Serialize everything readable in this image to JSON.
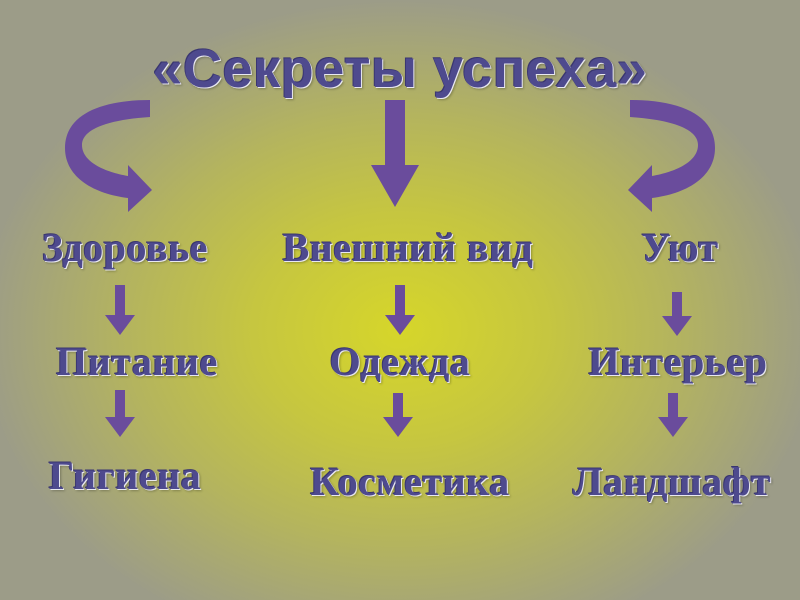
{
  "title": "«Секреты успеха»",
  "columns": [
    {
      "category": "Здоровье",
      "items": [
        "Питание",
        "Гигиена"
      ]
    },
    {
      "category": "Внешний вид",
      "items": [
        "Одежда",
        "Косметика"
      ]
    },
    {
      "category": "Уют",
      "items": [
        "Интерьер",
        "Ландшафт"
      ]
    }
  ],
  "colors": {
    "text": "#4e4a8e",
    "arrow": "#6a4c9c"
  }
}
